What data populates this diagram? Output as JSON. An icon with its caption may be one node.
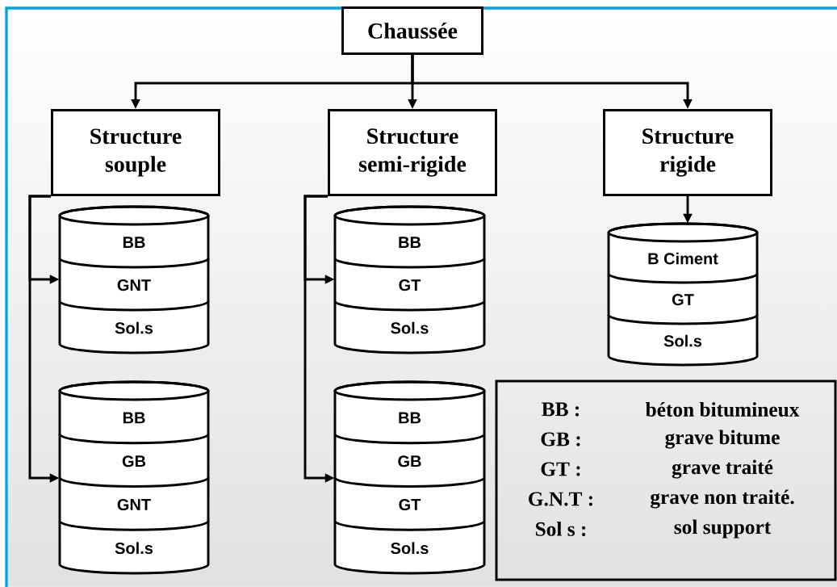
{
  "diagram": {
    "nodes": [
      {
        "text": [
          "Chaussée"
        ]
      },
      {
        "text": [
          "Structure souple"
        ]
      },
      {
        "text": [
          "Structure semi-rigide"
        ]
      },
      {
        "text": [
          "Structure rigide"
        ]
      },
      {
        "text": [
          "BB",
          "GNT",
          "Sol.s"
        ]
      },
      {
        "text": [
          "BB",
          "GB",
          "GNT",
          "Sol.s"
        ]
      },
      {
        "text": [
          "BB",
          "GT",
          "Sol.s"
        ]
      },
      {
        "text": [
          "BB",
          "GB",
          "GT",
          "Sol.s"
        ]
      },
      {
        "text": [
          "B Ciment",
          "GT",
          "Sol.s"
        ]
      },
      {
        "text": [
          "BB :",
          "béton bitumineux",
          "GB :",
          "grave bitume",
          "GT :",
          "grave traité",
          "G.N.T :",
          "grave non traité.",
          "Sol s :",
          "sol support"
        ]
      }
    ],
    "edges": [
      {
        "from": 0,
        "to": 1,
        "arrow": "to"
      },
      {
        "from": 0,
        "to": 2,
        "arrow": "to"
      },
      {
        "from": 0,
        "to": 3,
        "arrow": "to"
      },
      {
        "from": 1,
        "to": 4,
        "arrow": "to"
      },
      {
        "from": 1,
        "to": 5,
        "arrow": "to"
      },
      {
        "from": 2,
        "to": 6,
        "arrow": "to"
      },
      {
        "from": 2,
        "to": 7,
        "arrow": "to"
      },
      {
        "from": 3,
        "to": 8,
        "arrow": "to"
      }
    ]
  }
}
